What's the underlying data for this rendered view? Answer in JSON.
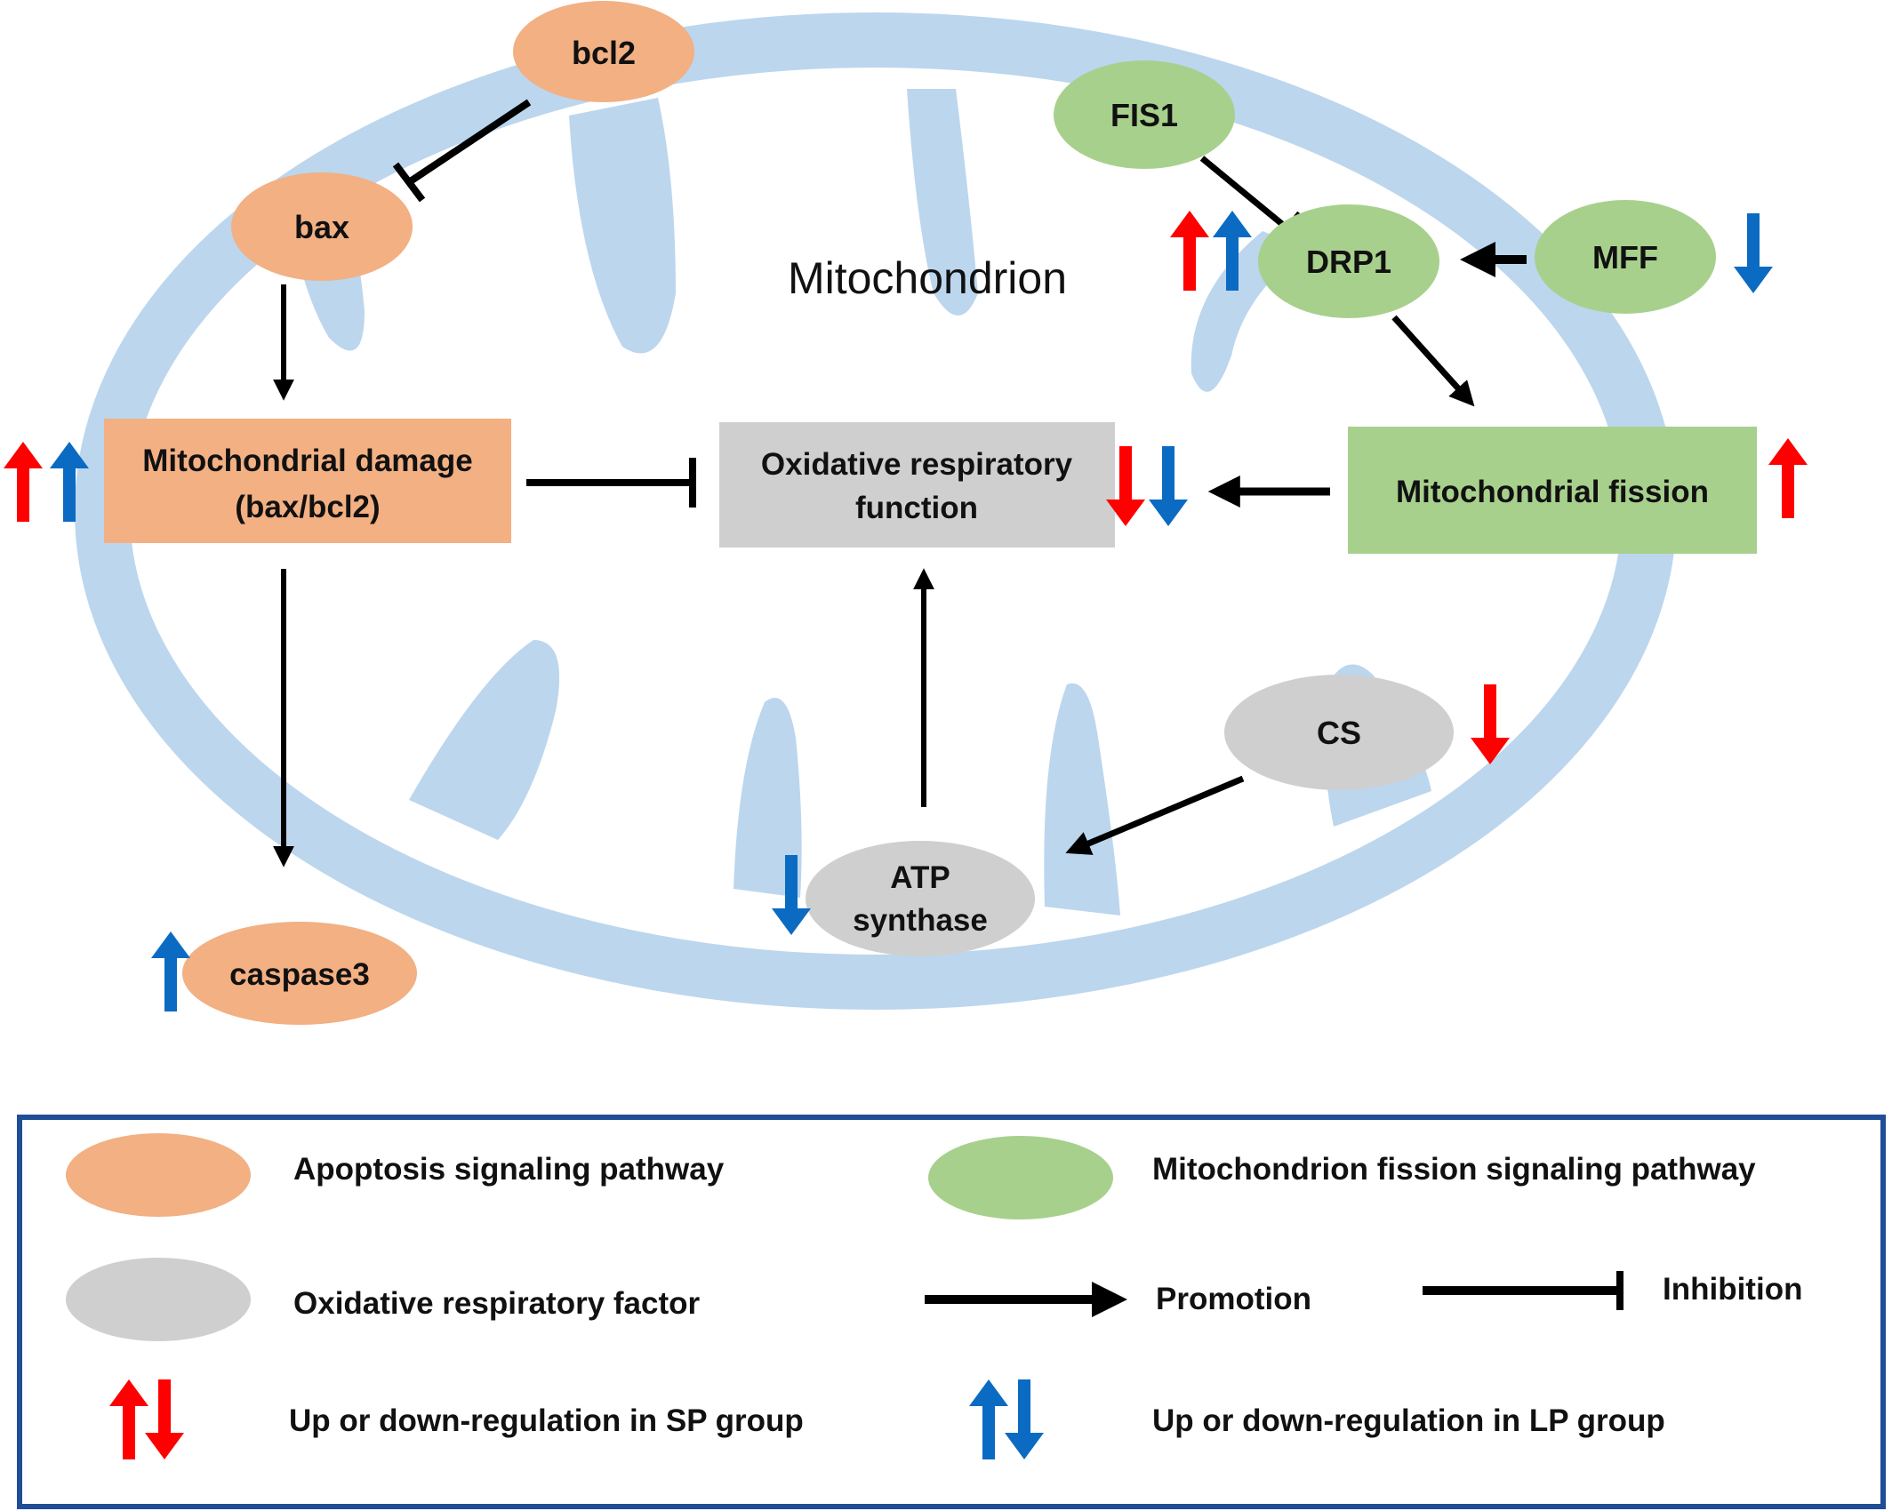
{
  "colors": {
    "apoptosis": "#f2b083",
    "fission": "#a8d08d",
    "oxidative": "#cfcfcf",
    "membrane": "#bcd6ee",
    "sp_arrow": "#ff0000",
    "lp_arrow": "#0b6bc2",
    "legend_border": "#1f4e96",
    "edge": "#000000"
  },
  "compartment": {
    "label": "Mitochondrion"
  },
  "nodes": {
    "bcl2": {
      "label": "bcl2",
      "category": "apoptosis"
    },
    "bax": {
      "label": "bax",
      "category": "apoptosis"
    },
    "caspase3": {
      "label": "caspase3",
      "category": "apoptosis"
    },
    "mito_damage": {
      "line1": "Mitochondrial damage",
      "line2": "(bax/bcl2)",
      "category": "apoptosis"
    },
    "fis1": {
      "label": "FIS1",
      "category": "fission"
    },
    "drp1": {
      "label": "DRP1",
      "category": "fission"
    },
    "mff": {
      "label": "MFF",
      "category": "fission"
    },
    "mito_fission": {
      "label": "Mitochondrial fission",
      "category": "fission"
    },
    "oxidative": {
      "line1": "Oxidative respiratory",
      "line2": "function",
      "category": "oxidative"
    },
    "cs": {
      "label": "CS",
      "category": "oxidative"
    },
    "atp": {
      "line1": "ATP",
      "line2": "synthase",
      "category": "oxidative"
    }
  },
  "edges": [
    {
      "from": "bcl2",
      "to": "bax",
      "type": "inhibition"
    },
    {
      "from": "bax",
      "to": "mito_damage",
      "type": "promotion"
    },
    {
      "from": "mito_damage",
      "to": "caspase3",
      "type": "promotion"
    },
    {
      "from": "mito_damage",
      "to": "oxidative",
      "type": "inhibition"
    },
    {
      "from": "fis1",
      "to": "drp1",
      "type": "inhibition"
    },
    {
      "from": "mff",
      "to": "drp1",
      "type": "promotion"
    },
    {
      "from": "drp1",
      "to": "mito_fission",
      "type": "promotion"
    },
    {
      "from": "mito_fission",
      "to": "oxidative",
      "type": "promotion"
    },
    {
      "from": "cs",
      "to": "atp",
      "type": "promotion"
    },
    {
      "from": "atp",
      "to": "oxidative",
      "type": "promotion"
    }
  ],
  "regulation": [
    {
      "node": "mito_damage",
      "SP": "up",
      "LP": "up"
    },
    {
      "node": "drp1",
      "SP": "up",
      "LP": "up"
    },
    {
      "node": "mff",
      "LP": "down"
    },
    {
      "node": "oxidative",
      "SP": "down",
      "LP": "down"
    },
    {
      "node": "mito_fission",
      "SP": "up"
    },
    {
      "node": "cs",
      "SP": "down"
    },
    {
      "node": "atp",
      "LP": "down"
    },
    {
      "node": "caspase3",
      "LP": "up"
    }
  ],
  "legend": {
    "apoptosis": "Apoptosis signaling pathway",
    "fission": "Mitochondrion fission signaling pathway",
    "oxidative": "Oxidative respiratory factor",
    "promotion": "Promotion",
    "inhibition": "Inhibition",
    "sp": "Up or down-regulation in SP group",
    "lp": "Up or down-regulation in LP group"
  }
}
